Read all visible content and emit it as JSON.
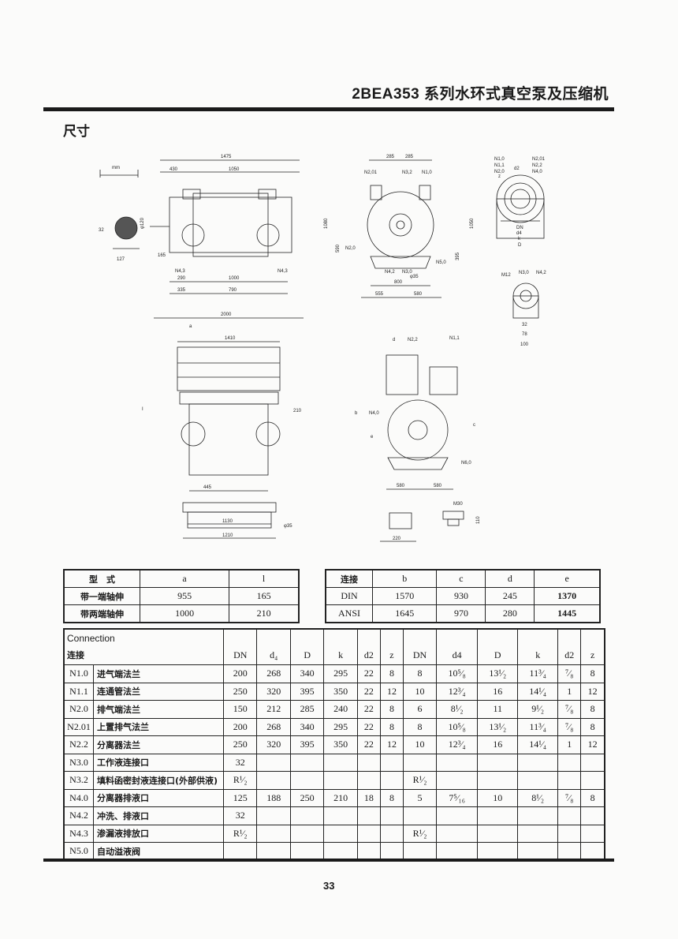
{
  "header": {
    "title": "2BEA353 系列水环式真空泵及压缩机",
    "section": "尺寸"
  },
  "drawings": {
    "unit": "mm",
    "top_view": [
      "1475",
      "430",
      "1050",
      "φ120",
      "32",
      "127",
      "165",
      "N4,3",
      "N4,3",
      "290",
      "1000",
      "335",
      "790"
    ],
    "end_view": [
      "285",
      "285",
      "N2,01",
      "N3,2",
      "N1,0",
      "1080",
      "590",
      "1050",
      "N2,0",
      "N4,2",
      "N3,0",
      "φ35",
      "N5,0",
      "800",
      "555",
      "580",
      "395"
    ],
    "flange_detail": [
      "N1,0",
      "N1,1",
      "N2,0",
      "N2,01",
      "N2,2",
      "N4,0",
      "d2",
      "DN",
      "d4",
      "k",
      "D",
      "z"
    ],
    "small_flange": [
      "M12",
      "N3,0",
      "N4,2",
      "32",
      "78",
      "100"
    ],
    "double_shaft_view": [
      "2000",
      "a",
      "1410",
      "I",
      "210",
      "445"
    ],
    "separator_view": [
      "d",
      "N2,2",
      "N1,1",
      "N4,0",
      "b",
      "e",
      "c",
      "N6,0",
      "580",
      "580"
    ],
    "base_views": [
      "1130",
      "1210",
      "φ35",
      "M30",
      "110",
      "220"
    ]
  },
  "table1": {
    "headers": [
      "型　式",
      "a",
      "l"
    ],
    "rows": [
      [
        "带一端轴伸",
        "955",
        "165"
      ],
      [
        "带两端轴伸",
        "1000",
        "210"
      ]
    ]
  },
  "table2": {
    "headers": [
      "连接",
      "b",
      "c",
      "d",
      "e"
    ],
    "rows": [
      [
        "DIN",
        "1570",
        "930",
        "245",
        "1370"
      ],
      [
        "ANSI",
        "1645",
        "970",
        "280",
        "1445"
      ]
    ]
  },
  "table3": {
    "header_label_en": "Connection",
    "header_label_cn": "连接",
    "columns": [
      "DN",
      "d₄",
      "D",
      "k",
      "d2",
      "z",
      "DN",
      "d4",
      "D",
      "k",
      "d2",
      "z"
    ],
    "rows": [
      {
        "code": "N1.0",
        "name": "进气端法兰",
        "values": [
          "200",
          "268",
          "340",
          "295",
          "22",
          "8",
          "8",
          "10⁵⁄₈",
          "13¹⁄₂",
          "11³⁄₄",
          "⁷⁄₈",
          "8"
        ]
      },
      {
        "code": "N1.1",
        "name": "连通管法兰",
        "values": [
          "250",
          "320",
          "395",
          "350",
          "22",
          "12",
          "10",
          "12³⁄₄",
          "16",
          "14¹⁄₄",
          "1",
          "12"
        ]
      },
      {
        "code": "N2.0",
        "name": "排气端法兰",
        "values": [
          "150",
          "212",
          "285",
          "240",
          "22",
          "8",
          "6",
          "8¹⁄₂",
          "11",
          "9¹⁄₂",
          "⁷⁄₈",
          "8"
        ]
      },
      {
        "code": "N2.01",
        "name": "上置排气法兰",
        "values": [
          "200",
          "268",
          "340",
          "295",
          "22",
          "8",
          "8",
          "10⁵⁄₈",
          "13¹⁄₂",
          "11³⁄₄",
          "⁷⁄₈",
          "8"
        ]
      },
      {
        "code": "N2.2",
        "name": "分离器法兰",
        "values": [
          "250",
          "320",
          "395",
          "350",
          "22",
          "12",
          "10",
          "12³⁄₄",
          "16",
          "14¹⁄₄",
          "1",
          "12"
        ]
      },
      {
        "code": "N3.0",
        "name": "工作液连接口",
        "values": [
          "32",
          "",
          "",
          "",
          "",
          "",
          "",
          "",
          "",
          "",
          "",
          ""
        ]
      },
      {
        "code": "N3.2",
        "name": "填料函密封液连接口(外部供液)",
        "values": [
          "R¹⁄₂",
          "",
          "",
          "",
          "",
          "",
          "R¹⁄₂",
          "",
          "",
          "",
          "",
          ""
        ]
      },
      {
        "code": "N4.0",
        "name": "分离器排液口",
        "values": [
          "125",
          "188",
          "250",
          "210",
          "18",
          "8",
          "5",
          "7⁵⁄₁₆",
          "10",
          "8¹⁄₂",
          "⁷⁄₈",
          "8"
        ]
      },
      {
        "code": "N4.2",
        "name": "冲洗、排液口",
        "values": [
          "32",
          "",
          "",
          "",
          "",
          "",
          "",
          "",
          "",
          "",
          "",
          ""
        ]
      },
      {
        "code": "N4.3",
        "name": "渗漏液排放口",
        "values": [
          "R¹⁄₂",
          "",
          "",
          "",
          "",
          "",
          "R¹⁄₂",
          "",
          "",
          "",
          "",
          ""
        ]
      },
      {
        "code": "N5.0",
        "name": "自动溢液阀",
        "values": [
          "",
          "",
          "",
          "",
          "",
          "",
          "",
          "",
          "",
          "",
          "",
          ""
        ]
      }
    ]
  },
  "footer": {
    "page_number": "33"
  }
}
